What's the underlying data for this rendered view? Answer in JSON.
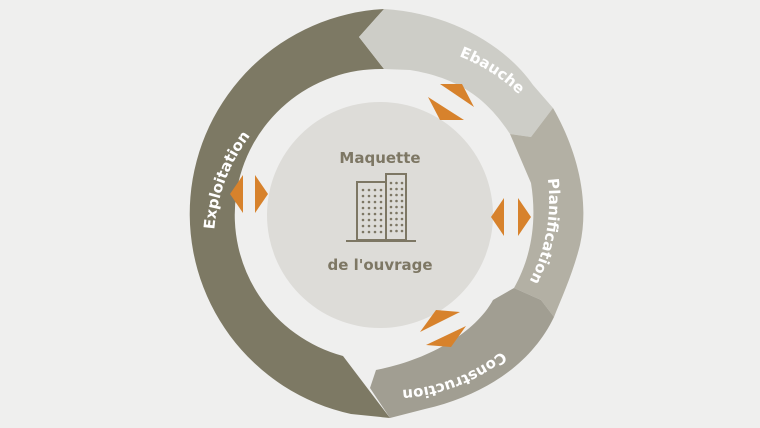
{
  "center": {
    "title_line1": "Maquette",
    "title_line2": "de l'ouvrage",
    "icon": "building-icon"
  },
  "segments": [
    {
      "id": "ebauche",
      "label": "Ebauche",
      "color": "#cdcdc7"
    },
    {
      "id": "planification",
      "label": "Planification",
      "color": "#b3b0a4"
    },
    {
      "id": "construction",
      "label": "Construction",
      "color": "#a19e92"
    },
    {
      "id": "exploitation",
      "label": "Exploitation",
      "color": "#7d7964"
    }
  ],
  "colors": {
    "background": "#efefee",
    "inner_circle": "#dddcd8",
    "arrow": "#d7822c",
    "text_dark": "#7d7764"
  }
}
